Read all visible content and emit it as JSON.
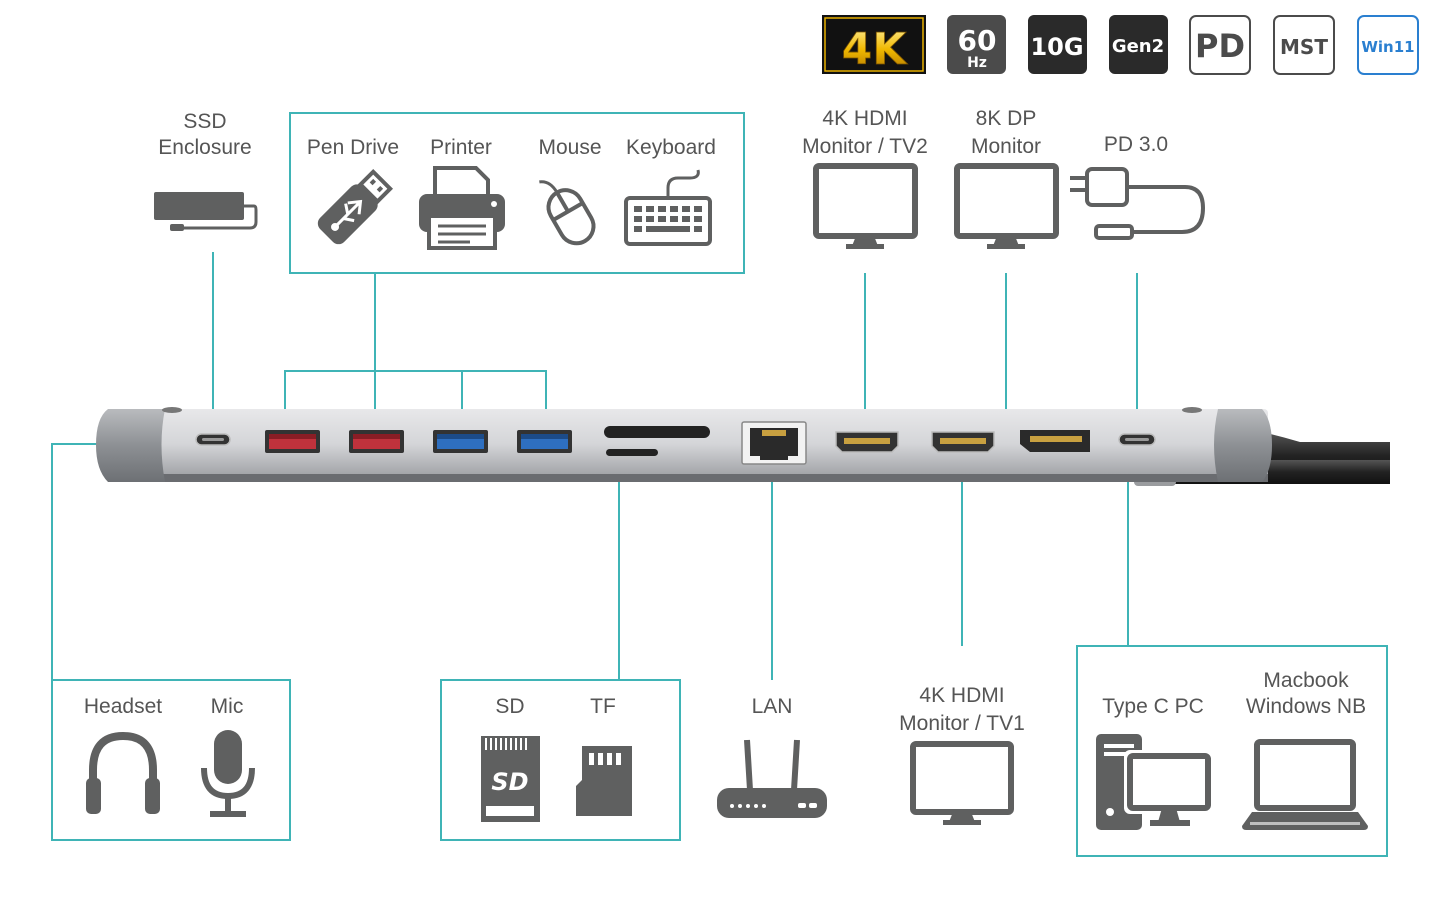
{
  "badges": [
    {
      "id": "4k",
      "text": "4K"
    },
    {
      "id": "60hz",
      "text": "60",
      "sub": "Hz"
    },
    {
      "id": "10g",
      "text": "10G"
    },
    {
      "id": "gen2",
      "text": "Gen2"
    },
    {
      "id": "pd",
      "text": "PD"
    },
    {
      "id": "mst",
      "text": "MST"
    },
    {
      "id": "win11",
      "text": "Win11"
    }
  ],
  "labels": {
    "ssd": [
      "SSD",
      "Enclosure"
    ],
    "pen_drive": "Pen Drive",
    "printer": "Printer",
    "mouse": "Mouse",
    "keyboard": "Keyboard",
    "hdmi_tv2": [
      "4K HDMI",
      "Monitor / TV2"
    ],
    "dp": [
      "8K DP",
      "Monitor"
    ],
    "pd": "PD 3.0",
    "headset": "Headset",
    "mic": "Mic",
    "sd": "SD",
    "tf": "TF",
    "lan": "LAN",
    "hdmi_tv1": [
      "4K HDMI",
      "Monitor / TV1"
    ],
    "type_c_pc": "Type C PC",
    "macbook": [
      "Macbook",
      "Windows NB"
    ],
    "sd_card_text": "SD"
  },
  "colors": {
    "connector_lines": "#3fb4b6",
    "icon_gray": "#5f6060",
    "usb2_port": "#c0323c",
    "usb3_port": "#2e6fc0",
    "win11_blue": "#2a7fd0",
    "gold_4k": "#e8b000"
  }
}
